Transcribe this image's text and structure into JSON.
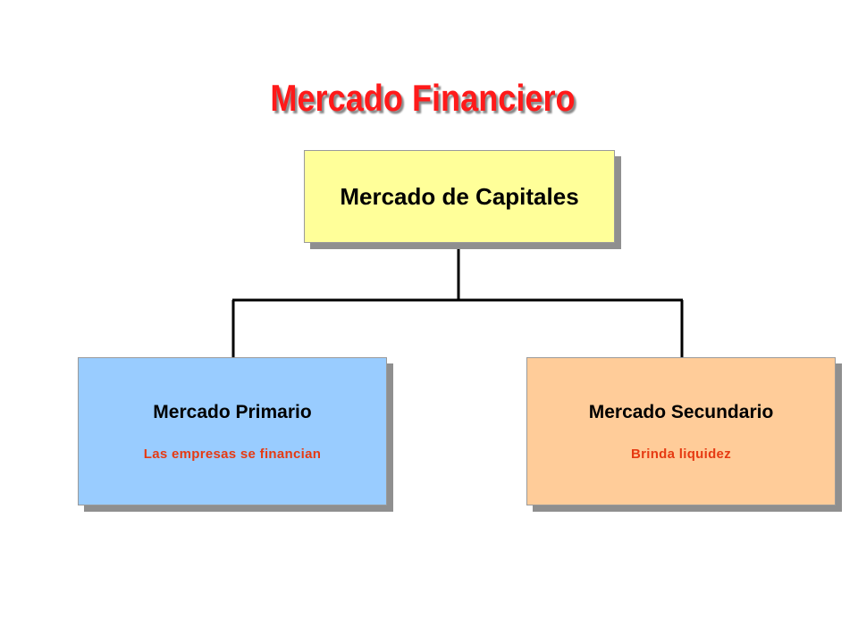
{
  "title": "Mercado Financiero",
  "colors": {
    "title": "#ff1a1a",
    "subtitle_text": "#e63a12",
    "root_fill": "#ffff99",
    "left_fill": "#99ccff",
    "right_fill": "#ffcc99",
    "connector": "#000000"
  },
  "root": {
    "label": "Mercado de Capitales"
  },
  "children": [
    {
      "label": "Mercado Primario",
      "description": "Las empresas se financian"
    },
    {
      "label": "Mercado Secundario",
      "description": "Brinda liquidez"
    }
  ]
}
